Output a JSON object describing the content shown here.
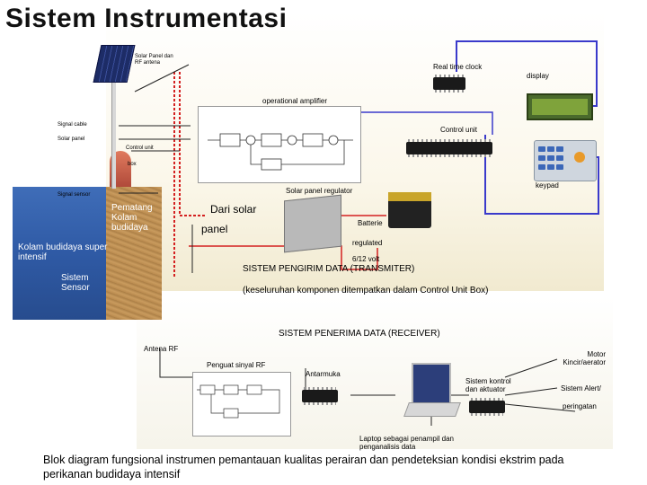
{
  "title": "Sistem Instrumentasi",
  "labels": {
    "solar_panel_rf": "Solar Panel dan RF antena",
    "real_time_clock": "Real time clock",
    "display": "display",
    "op_amp": "operational amplifier",
    "signal_cable": "Signal cable",
    "solar_panel": "Solar panel",
    "control_unit": "Control unit",
    "control_unit_small": "Control unit",
    "box": "box",
    "keypad": "keypad",
    "signal_sensor": "Signal sensor",
    "solar_regulator": "Solar panel regulator",
    "pematang": "Pematang Kolam budidaya",
    "dari_solar": "Dari solar",
    "panel": "panel",
    "batterie": "Batterie",
    "regulated": "regulated",
    "volt": "6/12 volt",
    "kolam": "Kolam budidaya super intensif",
    "sistem_sensor": "Sistem Sensor",
    "transmitter": "SISTEM PENGIRIM DATA (TRANSMITER)",
    "transmitter_note": "(keseluruhan komponen ditempatkan dalam Control Unit Box)",
    "receiver": "SISTEM PENERIMA DATA (RECEIVER)",
    "antena_rf": "Antena RF",
    "penguat": "Penguat sinyal RF",
    "antarmuka": "Antarmuka",
    "sistem_kontrol": "Sistem kontrol dan aktuator",
    "motor": "Motor Kincir/aerator",
    "alert": "Sistem Alert/",
    "peringatan": "peringatan",
    "laptop": "Laptop sebagai penampil dan penganalisis data",
    "caption": "Blok diagram fungsional instrumen pemantauan kualitas perairan dan pendeteksian kondisi ekstrim pada perikanan budidaya intensif"
  },
  "colors": {
    "wire_red": "#d42020",
    "wire_blue": "#3a3acb",
    "pond_blue": "#2f5aa5"
  },
  "icons": [
    "solar-panel-icon",
    "chip-icon",
    "lcd-display-icon",
    "keypad-icon",
    "battery-icon",
    "regulator-icon",
    "laptop-icon"
  ]
}
